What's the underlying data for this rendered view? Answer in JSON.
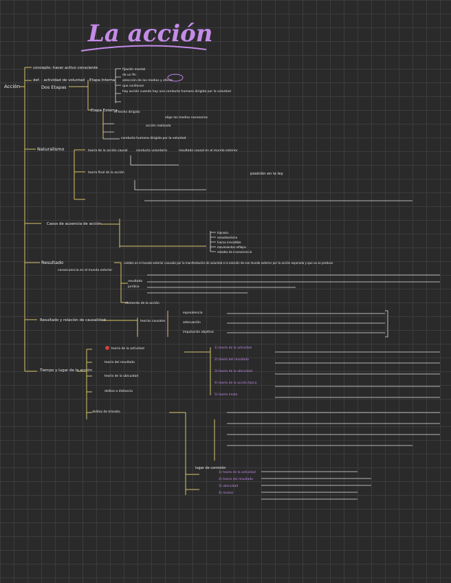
{
  "title": "La acción",
  "root": "Acción",
  "colors": {
    "background": "#2a2a2b",
    "grid": "#3c3c3e",
    "title": "#c58be8",
    "connector": "#d8c56a",
    "text": "#ececec"
  },
  "branches": {
    "concepto": "concepto: hacer activo consciente",
    "definicion": {
      "label": "def. : actividad de voluntad",
      "sublabel": "Dos Etapas"
    },
    "etapa_interna": {
      "label": "Etapa Interna",
      "items": [
        "fijación mental",
        "de un fin",
        "selección de los medios y efecto",
        "que conllevan",
        "hay acción cuando hay una conducta humana dirigida por la voluntad"
      ]
    },
    "etapa_externa": {
      "label": "Etapa Externa",
      "items": [
        "el hecho dirigido",
        "elige los medios necesarios",
        "acción realizada",
        "conducta humana dirigida por la voluntad"
      ]
    },
    "naturalismo": {
      "label": "Naturalismo",
      "items": [
        "teoría de la acción causal",
        "conducta voluntaria",
        "resultado causal en el mundo exterior",
        "teoría final de la acción",
        "posición en la ley"
      ]
    },
    "causas_ausencia": {
      "label": "Casos de ausencia de acción",
      "items": [
        "hipnosis",
        "sonambulismo",
        "fuerza irresistible",
        "movimientos reflejos",
        "estados de inconsciencia"
      ]
    },
    "resultado": {
      "label": "Resultado",
      "sublabel": "consecuencia en el mundo exterior",
      "description": "cambio en el mundo exterior causado por la manifestación de voluntad o la omisión de ese mundo exterior por la acción esperada y que no se produce",
      "items": [
        "resultado",
        "jurídico",
        "elemento de la acción"
      ]
    },
    "causalidad": {
      "label": "Resultado y relación de causalidad",
      "items": [
        "teorías causales",
        "equivalencia",
        "adecuación",
        "imputación objetiva"
      ]
    },
    "tiempo_lugar": {
      "label": "Tiempo y lugar de la acción",
      "items": [
        "teoría de la actividad",
        "teoría del resultado",
        "teoría de la ubicuidad",
        "delitos a distancia",
        "delitos de tránsito"
      ]
    },
    "teorias": [
      "1) teoría de la actividad",
      "2) teoría del resultado",
      "3) teoría de la ubicuidad",
      "4) teoría de la acción típica",
      "5) teoría mixta"
    ],
    "lugar": {
      "label": "lugar de comisión",
      "items": [
        "1) teoría de la actividad",
        "2) teoría del resultado",
        "3) ubicuidad",
        "4) mixtas"
      ]
    }
  }
}
